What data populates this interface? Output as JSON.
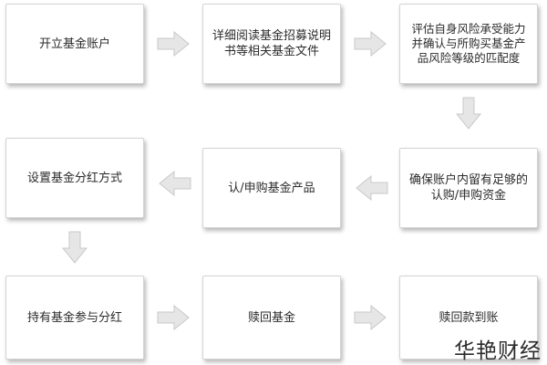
{
  "steps": [
    {
      "id": "s1",
      "label": "开立基金账户"
    },
    {
      "id": "s2",
      "label": "详细阅读基金招募说明书等相关基金文件"
    },
    {
      "id": "s3",
      "label": "评估自身风险承受能力并确认与所购买基金产品风险等级的匹配度"
    },
    {
      "id": "s4",
      "label": "确保账户内留有足够的认购/申购资金"
    },
    {
      "id": "s5",
      "label": "认/申购基金产品"
    },
    {
      "id": "s6",
      "label": "设置基金分红方式"
    },
    {
      "id": "s7",
      "label": "持有基金参与分红"
    },
    {
      "id": "s8",
      "label": "赎回基金"
    },
    {
      "id": "s9",
      "label": "赎回款到账"
    }
  ],
  "flow": [
    {
      "from": "s1",
      "to": "s2",
      "direction": "right"
    },
    {
      "from": "s2",
      "to": "s3",
      "direction": "right"
    },
    {
      "from": "s3",
      "to": "s4",
      "direction": "down"
    },
    {
      "from": "s4",
      "to": "s5",
      "direction": "left"
    },
    {
      "from": "s5",
      "to": "s6",
      "direction": "left"
    },
    {
      "from": "s6",
      "to": "s7",
      "direction": "down"
    },
    {
      "from": "s7",
      "to": "s8",
      "direction": "right"
    },
    {
      "from": "s8",
      "to": "s9",
      "direction": "right"
    }
  ],
  "colors": {
    "box_border": "#d4d4d4",
    "arrow_fill": "#e6e6e6",
    "arrow_stroke": "#c8c8c8",
    "text": "#2b2b2b"
  },
  "watermark": "华艳财经"
}
